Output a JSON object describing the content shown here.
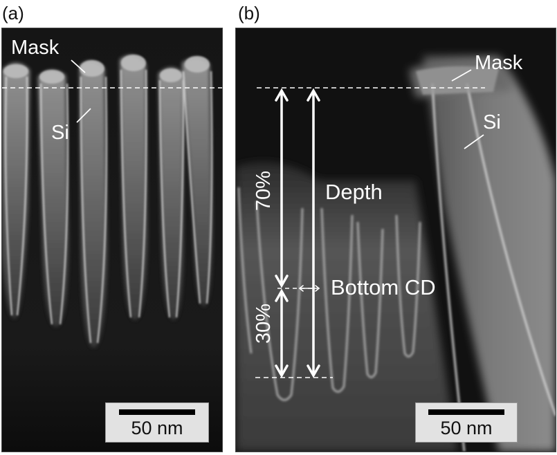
{
  "panel_a": {
    "letter": "(a)",
    "labels": {
      "mask": "Mask",
      "si": "Si"
    },
    "scale_bar": "50 nm"
  },
  "panel_b": {
    "letter": "(b)",
    "labels": {
      "mask": "Mask",
      "si": "Si",
      "depth": "Depth",
      "upper_percent": "70%",
      "lower_percent": "30%",
      "bottom_cd": "Bottom CD"
    },
    "scale_bar": "50 nm"
  },
  "colors": {
    "background": "#161616",
    "annotation": "#ffffff",
    "scale_box": "#e2e2e2"
  }
}
